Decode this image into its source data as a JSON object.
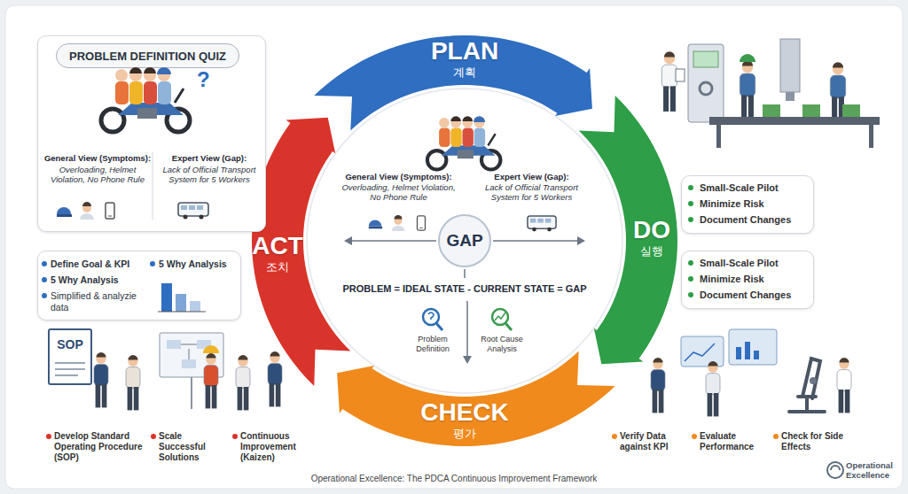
{
  "diagram": {
    "caption": "Operational Excellence: The PDCA Continuous Improvement Framework",
    "nodes": [
      {
        "text": [
          "General View (Symptoms):",
          "Overloading, Helmet Violation, No Phone Rule",
          "Expert View (Gap):",
          "Lack of Official Transport System for 5 Workers"
        ]
      },
      {
        "text": [
          "PROBLEM DEFINITION QUIZ"
        ],
        "in": 0
      },
      {
        "text": [
          "PLAN",
          "계획"
        ]
      },
      {
        "text": [
          "ACT",
          "조치"
        ]
      },
      {
        "text": [
          "General View (Symptoms):",
          "Overloading, Helmet Violation, No Phone Rule",
          "Expert View (Gap):",
          "Lack of Official Transport System for 5 Workers",
          "PROBLEM = IDEAL STATE - CURRENT STATE = GAP",
          "Problem Definition",
          "Root Cause Analysis"
        ]
      },
      {
        "text": [
          "GAP"
        ],
        "in": 4
      },
      {
        "text": [
          "DO",
          "실행"
        ]
      },
      {
        "text": [
          "Small-Scale Pilot",
          "Minimize Risk",
          "Document Changes"
        ]
      },
      {
        "text": [
          "Small-Scale Pilot",
          "Minimize Risk",
          "Document Changes"
        ]
      },
      {
        "text": [
          "Define Goal & KPI",
          "5 Why Analysis",
          "Simplified & analyzie data",
          "5 Why Analysis"
        ]
      },
      {
        "text": [
          "CHECK",
          "평가"
        ]
      }
    ],
    "labels": [
      "?",
      "SOP",
      "Develop Standard Operating Procedure (SOP)",
      "Scale Successful Solutions",
      "Continuous Improvement (Kaizen)",
      "Verify Data against KPI",
      "Evaluate Performance",
      "Check for Side Effects",
      "Operational Excellence"
    ]
  }
}
